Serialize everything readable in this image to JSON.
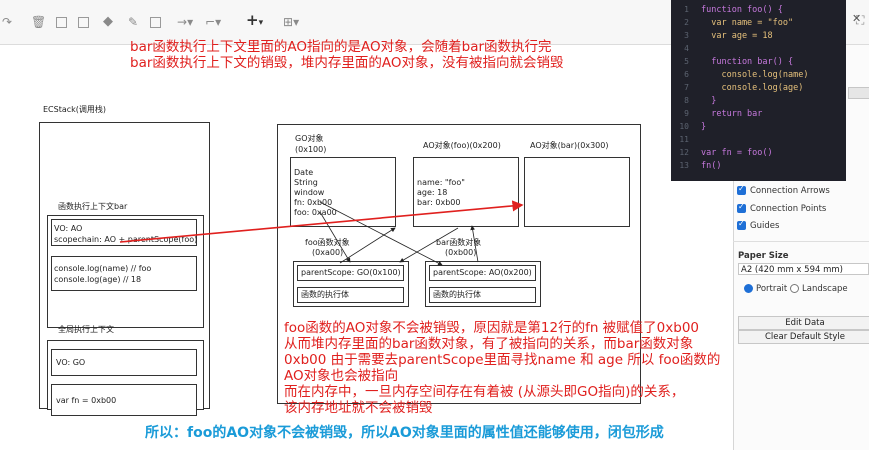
{
  "toolbar": {
    "icons": [
      "redo-icon",
      "delete-icon",
      "to-front-icon",
      "to-back-icon",
      "fill-icon",
      "line-color-icon",
      "shadow-icon",
      "connection-icon",
      "waypoint-icon",
      "insert-icon",
      "table-icon",
      "format-icon"
    ],
    "arrow_glyph": "→",
    "waypoint_glyph": "⌐",
    "plus_glyph": "+",
    "table_glyph": "⊞",
    "dropdown_glyph": "▾"
  },
  "top_note": {
    "line1": "bar函数执行上下文里面的AO指向的是AO对象，会随着bar函数执行完",
    "line2": "bar函数执行上下文的销毁，堆内存里面的AO对象，没有被指向就会销毁"
  },
  "ecstack": {
    "title": "ECStack(调用栈)",
    "bar_ctx": {
      "title": "函数执行上下文bar",
      "vo": "VO: AO",
      "scope": "scopechain: AO + parentScope(foo)",
      "code1": "console.log(name) // foo",
      "code2": "console.log(age) // 18"
    },
    "global_ctx": {
      "title": "全局执行上下文",
      "vo": "VO: GO",
      "code": "var fn = 0xb00"
    }
  },
  "heap": {
    "go": {
      "title": "GO对象",
      "addr": "(0x100)",
      "lines": [
        "Date",
        "String",
        "window",
        "fn: 0xb00",
        "foo: 0xa00"
      ]
    },
    "ao_foo": {
      "title": "AO对象(foo)(0x200)",
      "lines": [
        "name: \"foo\"",
        "age: 18",
        "bar: 0xb00"
      ]
    },
    "ao_bar": {
      "title": "AO对象(bar)(0x300)"
    },
    "foo_fn": {
      "title": "foo函数对象",
      "addr": "(0xa00)",
      "parent": "parentScope: GO(0x100)",
      "body": "函数的执行体"
    },
    "bar_fn": {
      "title": "bar函数对象",
      "addr": "(0xb00)",
      "parent": "parentScope: AO(0x200)",
      "body": "函数的执行体"
    }
  },
  "bottom_note": {
    "lines": [
      "foo函数的AO对象不会被销毁，原因就是第12行的fn 被赋值了0xb00",
      "从而堆内存里面的bar函数对象，有了被指向的关系，而bar函数对象",
      "0xb00 由于需要去parentScope里面寻找name 和 age 所以 foo函数的",
      "AO对象也会被指向",
      "而在内存中，一旦内存空间存在有着被 (从源头即GO指向)的关系，",
      "该内存地址就不会被销毁"
    ],
    "conclusion": "所以：foo的AO对象不会被销毁，所以AO对象里面的属性值还能够使用，闭包形成"
  },
  "code_panel": {
    "lines": [
      {
        "n": "1",
        "t": "function foo() {"
      },
      {
        "n": "2",
        "t": "  var name = \"foo\""
      },
      {
        "n": "3",
        "t": "  var age = 18"
      },
      {
        "n": "4",
        "t": ""
      },
      {
        "n": "5",
        "t": "  function bar() {"
      },
      {
        "n": "6",
        "t": "    console.log(name)"
      },
      {
        "n": "7",
        "t": "    console.log(age)"
      },
      {
        "n": "8",
        "t": "  }"
      },
      {
        "n": "9",
        "t": "  return bar"
      },
      {
        "n": "10",
        "t": "}"
      },
      {
        "n": "11",
        "t": ""
      },
      {
        "n": "12",
        "t": "var fn = foo()"
      },
      {
        "n": "13",
        "t": "fn()"
      }
    ]
  },
  "format_panel": {
    "options": [
      {
        "label": "Connection Arrows",
        "checked": true
      },
      {
        "label": "Connection Points",
        "checked": true
      },
      {
        "label": "Guides",
        "checked": true
      }
    ],
    "paper_size_label": "Paper Size",
    "paper_size_value": "A2 (420 mm x 594 mm)",
    "orientation": {
      "portrait": "Portrait",
      "landscape": "Landscape",
      "selected": "Portrait"
    },
    "edit_data": "Edit Data",
    "clear_style": "Clear Default Style",
    "icon_close": "✕",
    "icon_collapse": "⛶"
  }
}
